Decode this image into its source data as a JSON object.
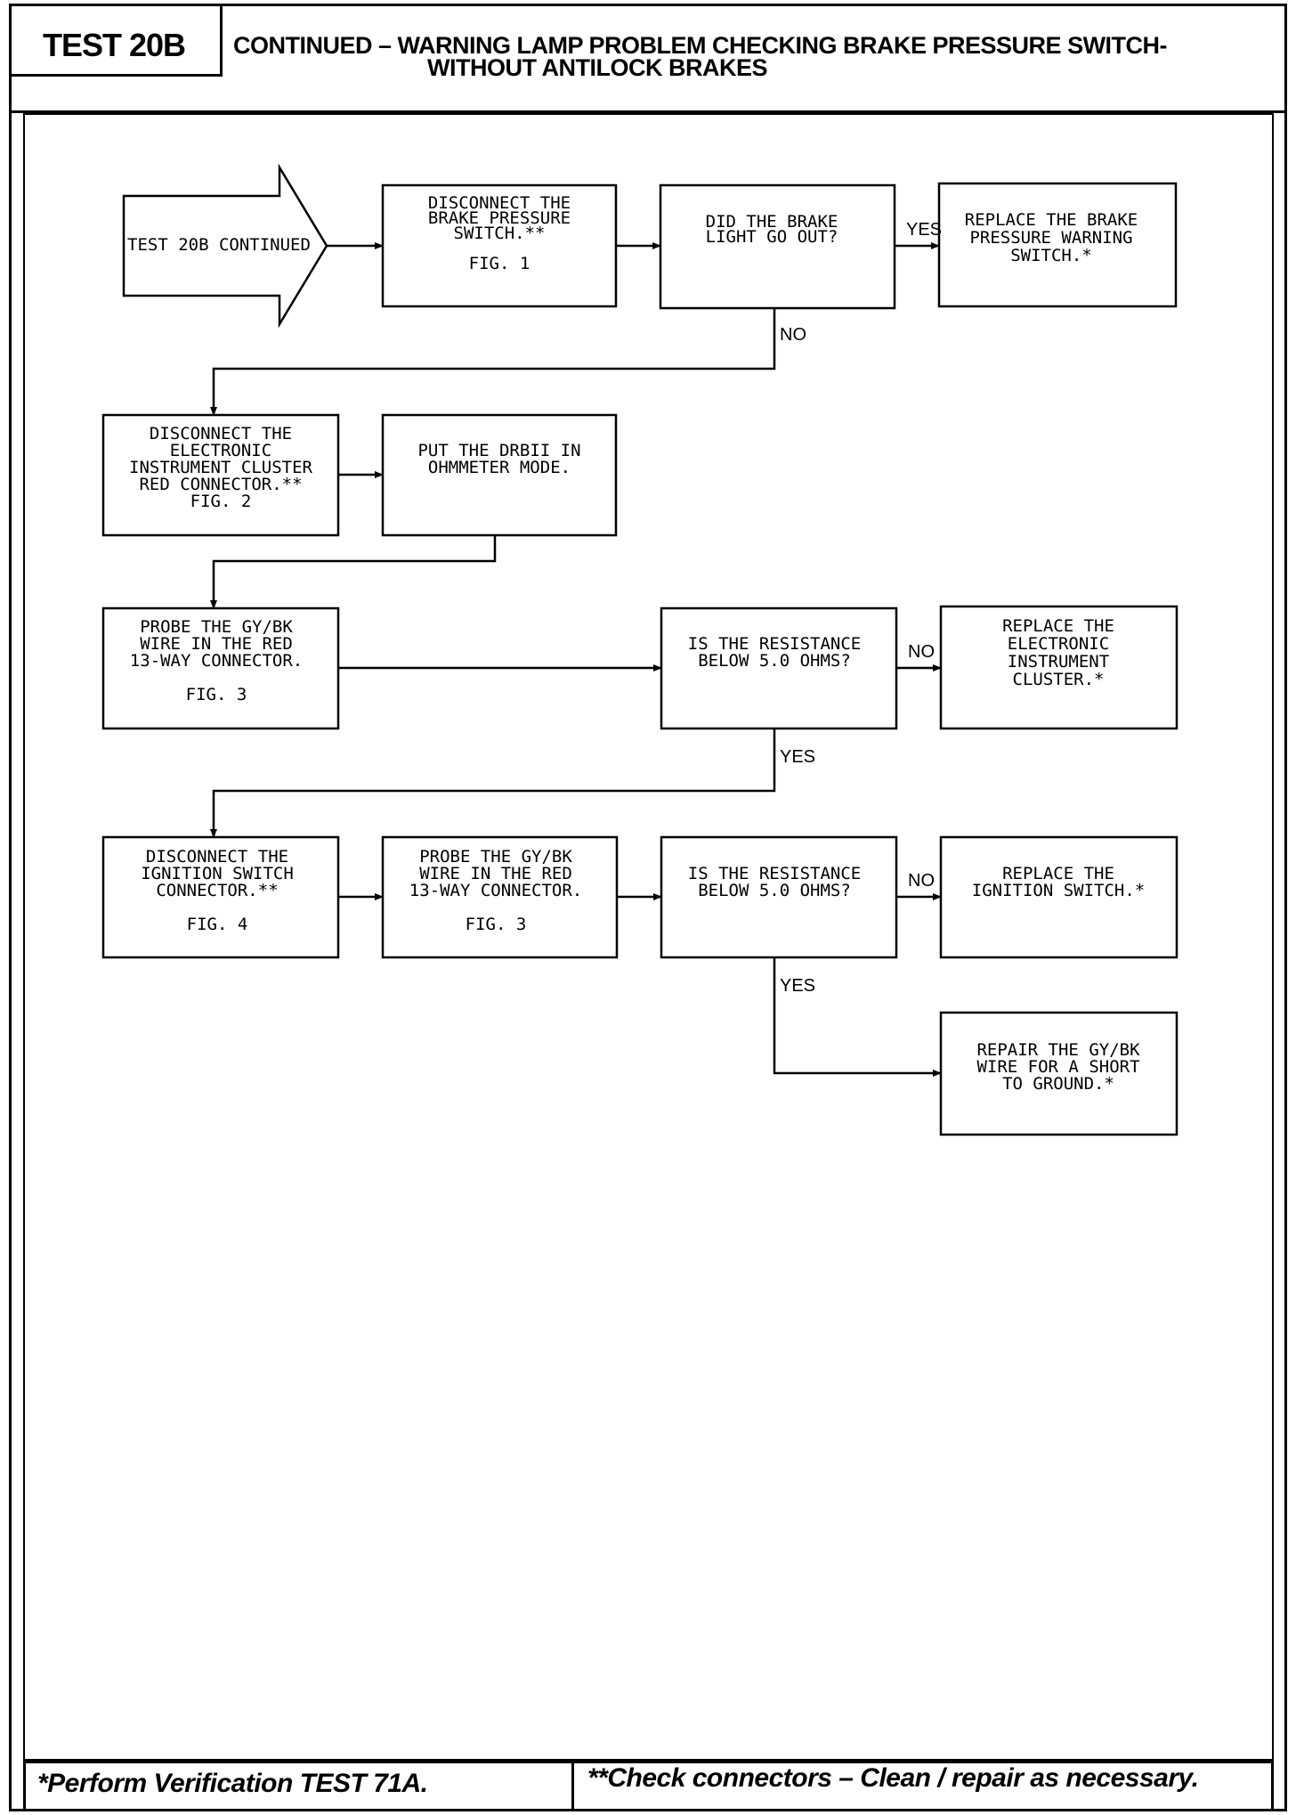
{
  "header": {
    "test_id": "TEST 20B",
    "title_line1": "CONTINUED  –  WARNING LAMP PROBLEM CHECKING BRAKE PRESSURE SWITCH-",
    "title_line2": "WITHOUT ANTILOCK BRAKES"
  },
  "footer": {
    "left": "*Perform Verification TEST 71A.",
    "right": "**Check connectors – Clean / repair as necessary."
  },
  "flowchart": {
    "start": {
      "label": "TEST 20B CONTINUED"
    },
    "boxes": [
      {
        "id": "b1",
        "lines": [
          "DISCONNECT THE",
          "BRAKE PRESSURE",
          "SWITCH.**",
          "",
          "FIG. 1"
        ]
      },
      {
        "id": "b2",
        "lines": [
          "DID THE BRAKE",
          "LIGHT GO OUT?"
        ]
      },
      {
        "id": "b3",
        "lines": [
          "REPLACE THE BRAKE",
          "PRESSURE WARNING",
          "SWITCH.*"
        ]
      },
      {
        "id": "b4",
        "lines": [
          "DISCONNECT THE",
          "ELECTRONIC",
          "INSTRUMENT CLUSTER",
          "RED CONNECTOR.**",
          "FIG. 2"
        ]
      },
      {
        "id": "b5",
        "lines": [
          "PUT THE DRBII IN",
          "OHMMETER MODE."
        ]
      },
      {
        "id": "b6",
        "lines": [
          "PROBE THE GY/BK",
          "WIRE IN THE RED",
          "13-WAY CONNECTOR.",
          "",
          "FIG. 3"
        ]
      },
      {
        "id": "b7",
        "lines": [
          "IS THE RESISTANCE",
          "BELOW 5.0 OHMS?"
        ]
      },
      {
        "id": "b8",
        "lines": [
          "REPLACE THE",
          "ELECTRONIC",
          "INSTRUMENT",
          "CLUSTER.*"
        ]
      },
      {
        "id": "b9",
        "lines": [
          "DISCONNECT THE",
          "IGNITION SWITCH",
          "CONNECTOR.**",
          "",
          "FIG. 4"
        ]
      },
      {
        "id": "b10",
        "lines": [
          "PROBE THE GY/BK",
          "WIRE IN THE RED",
          "13-WAY CONNECTOR.",
          "",
          "FIG. 3"
        ]
      },
      {
        "id": "b11",
        "lines": [
          "IS THE RESISTANCE",
          "BELOW 5.0 OHMS?"
        ]
      },
      {
        "id": "b12",
        "lines": [
          "REPLACE THE",
          "IGNITION SWITCH.*"
        ]
      },
      {
        "id": "b13",
        "lines": [
          "REPAIR THE GY/BK",
          "WIRE FOR A SHORT",
          "TO GROUND.*"
        ]
      }
    ],
    "branch_labels": [
      {
        "id": "l1",
        "text": "YES"
      },
      {
        "id": "l2",
        "text": "NO"
      },
      {
        "id": "l3",
        "text": "NO"
      },
      {
        "id": "l4",
        "text": "YES"
      },
      {
        "id": "l5",
        "text": "NO"
      },
      {
        "id": "l6",
        "text": "YES"
      }
    ]
  }
}
